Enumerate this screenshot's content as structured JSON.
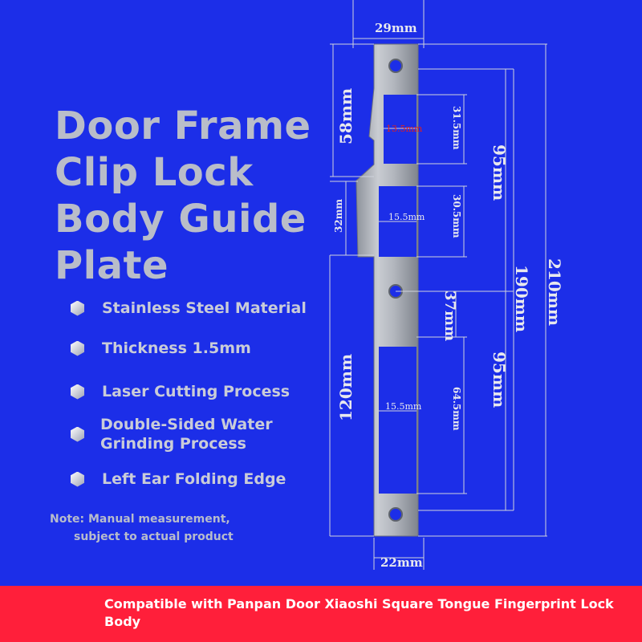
{
  "title_lines": [
    "Door Frame",
    "Clip Lock",
    "Body Guide",
    "Plate"
  ],
  "features": [
    "Stainless Steel Material",
    "Thickness 1.5mm",
    "Laser Cutting Process",
    "Double-Sided Water\nGrinding Process",
    "Left Ear Folding Edge"
  ],
  "note_line1": "Note: Manual measurement,",
  "note_line2": "subject to actual product",
  "banner": "Compatible with Panpan Door Xiaoshi Square Tongue Fingerprint Lock Body",
  "dimensions": {
    "top_width": "29mm",
    "bottom_width": "22mm",
    "top_ear_height": "58mm",
    "ear_height": "32mm",
    "bottom_section_height": "120mm",
    "slot1_height": "31.5mm",
    "slot1_width": "13.5mm",
    "slot2_height": "30.5mm",
    "slot2_width": "15.5mm",
    "slot3_height": "64.5mm",
    "slot3_width": "15.5mm",
    "upper_span": "95mm",
    "lower_span": "95mm",
    "center_offset": "37mm",
    "hole_spacing": "190mm",
    "total_length": "210mm"
  },
  "colors": {
    "background": "#1c2ee8",
    "banner": "#ff1f3a",
    "title": "#b9bdc9",
    "accent_label": "#e02020"
  }
}
